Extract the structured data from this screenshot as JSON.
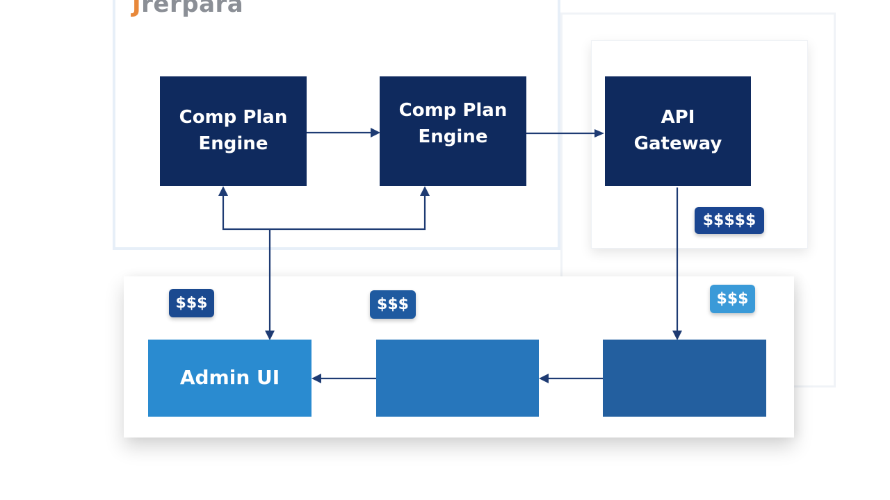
{
  "logo": {
    "accent_text": "J",
    "text": "rerpara"
  },
  "nodes": {
    "comp_plan_1": "Comp Plan\nEngine",
    "comp_plan_2": "Comp Plan\nEngine",
    "api_gateway": "API\nGateway",
    "admin_ui": "Admin UI",
    "middle": "",
    "right": ""
  },
  "badges": {
    "gateway_cost": "$$$$$",
    "admin_cost": "$$$",
    "middle_cost": "$$$",
    "right_cost": "$$$"
  },
  "colors": {
    "dark_navy": "#0f2a5e",
    "admin_blue": "#2a8bd0",
    "middle_blue": "#2776bb",
    "right_blue": "#235f9f",
    "connector": "#1e3b73",
    "logo_gray": "#8b8f96",
    "logo_orange": "#e8883a"
  }
}
